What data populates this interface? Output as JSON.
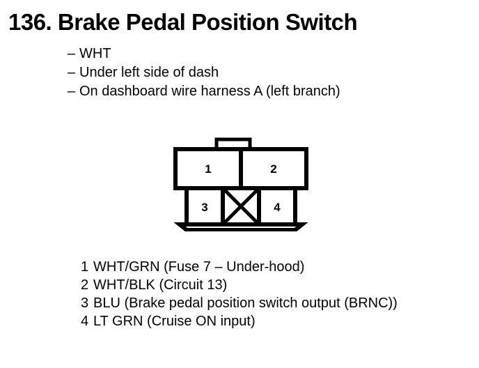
{
  "title": "136.  Brake Pedal Position Switch",
  "notes": {
    "dash": "–",
    "items": [
      "WHT",
      "Under left side of dash",
      "On dashboard wire harness A (left branch)"
    ]
  },
  "connector": {
    "name": "brake-pedal-position-switch-connector",
    "cavities": [
      {
        "label": "1",
        "row": "upper",
        "position": "left"
      },
      {
        "label": "2",
        "row": "upper",
        "position": "right"
      },
      {
        "label": "3",
        "row": "lower",
        "position": "left"
      },
      {
        "label": "",
        "row": "lower",
        "position": "center",
        "blanked": true
      },
      {
        "label": "4",
        "row": "lower",
        "position": "right"
      }
    ],
    "line_color": "#000000",
    "fill_color": "#ffffff"
  },
  "legend": {
    "rows": [
      {
        "num": "1",
        "text": "WHT/GRN (Fuse 7 – Under-hood)"
      },
      {
        "num": "2",
        "text": "WHT/BLK (Circuit 13)"
      },
      {
        "num": "3",
        "text": "BLU (Brake pedal position switch output (BRNC))"
      },
      {
        "num": "4",
        "text": "LT GRN (Cruise ON input)"
      }
    ]
  }
}
